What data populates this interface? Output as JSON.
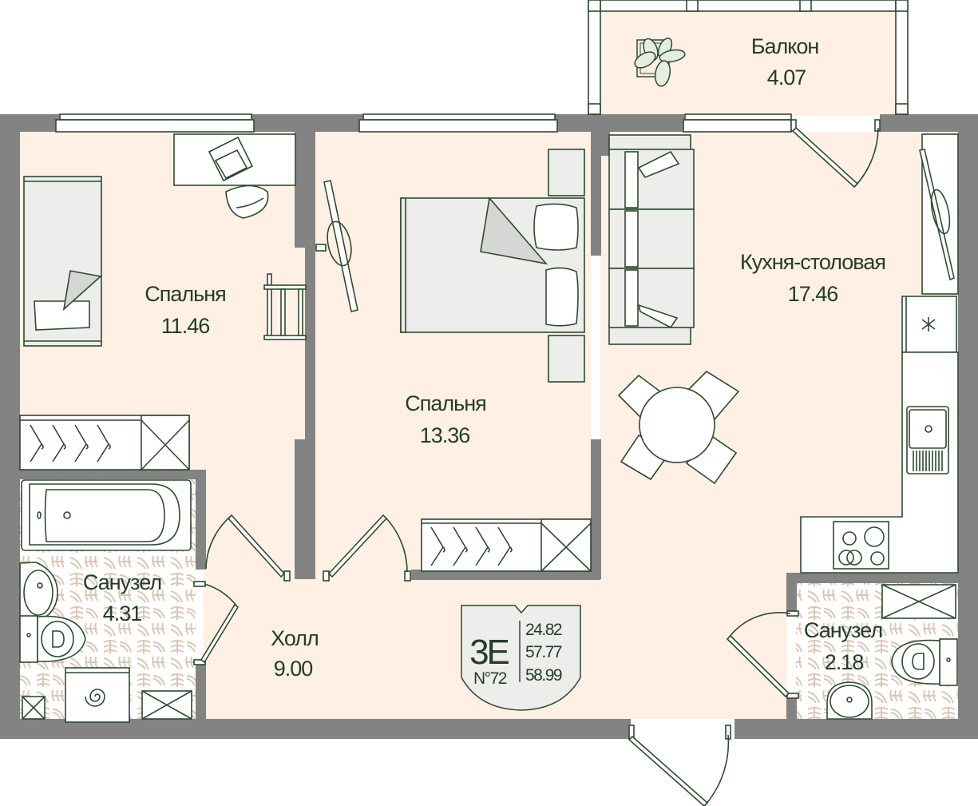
{
  "plan": {
    "type": "apartment-floor-plan",
    "colors": {
      "floor": "#fef0e4",
      "wall": "#838383",
      "line": "#2e4a30",
      "text": "#253d28",
      "furniture": "#ededeb",
      "tile_pattern": "#d9c7b6"
    },
    "rooms": [
      {
        "id": "balcony",
        "name": "Балкон",
        "area": "4.07"
      },
      {
        "id": "bedroom-1",
        "name": "Спальня",
        "area": "11.46"
      },
      {
        "id": "bedroom-2",
        "name": "Спальня",
        "area": "13.36"
      },
      {
        "id": "kitchen-dining",
        "name": "Кухня-столовая",
        "area": "17.46"
      },
      {
        "id": "bathroom-1",
        "name": "Санузел",
        "area": "4.31"
      },
      {
        "id": "hall",
        "name": "Холл",
        "area": "9.00"
      },
      {
        "id": "bathroom-2",
        "name": "Санузел",
        "area": "2.18"
      }
    ],
    "badge": {
      "type_code": "3E",
      "number": "N°72",
      "areas": [
        "24.82",
        "57.77",
        "58.99"
      ]
    },
    "furniture_icons": [
      "plant-icon",
      "bed-icon",
      "desk-icon",
      "laptop-icon",
      "chair-icon",
      "drying-rack-icon",
      "wardrobe-icon",
      "hanger-icon",
      "tv-icon",
      "double-bed-icon",
      "nightstand-icon",
      "sofa-icon",
      "pillow-icon",
      "dining-table-icon",
      "fridge-icon",
      "sink-icon",
      "stove-icon",
      "bathtub-icon",
      "washbasin-icon",
      "toilet-icon",
      "washing-machine-icon",
      "shaft-icon",
      "door-icon",
      "window-icon"
    ]
  }
}
